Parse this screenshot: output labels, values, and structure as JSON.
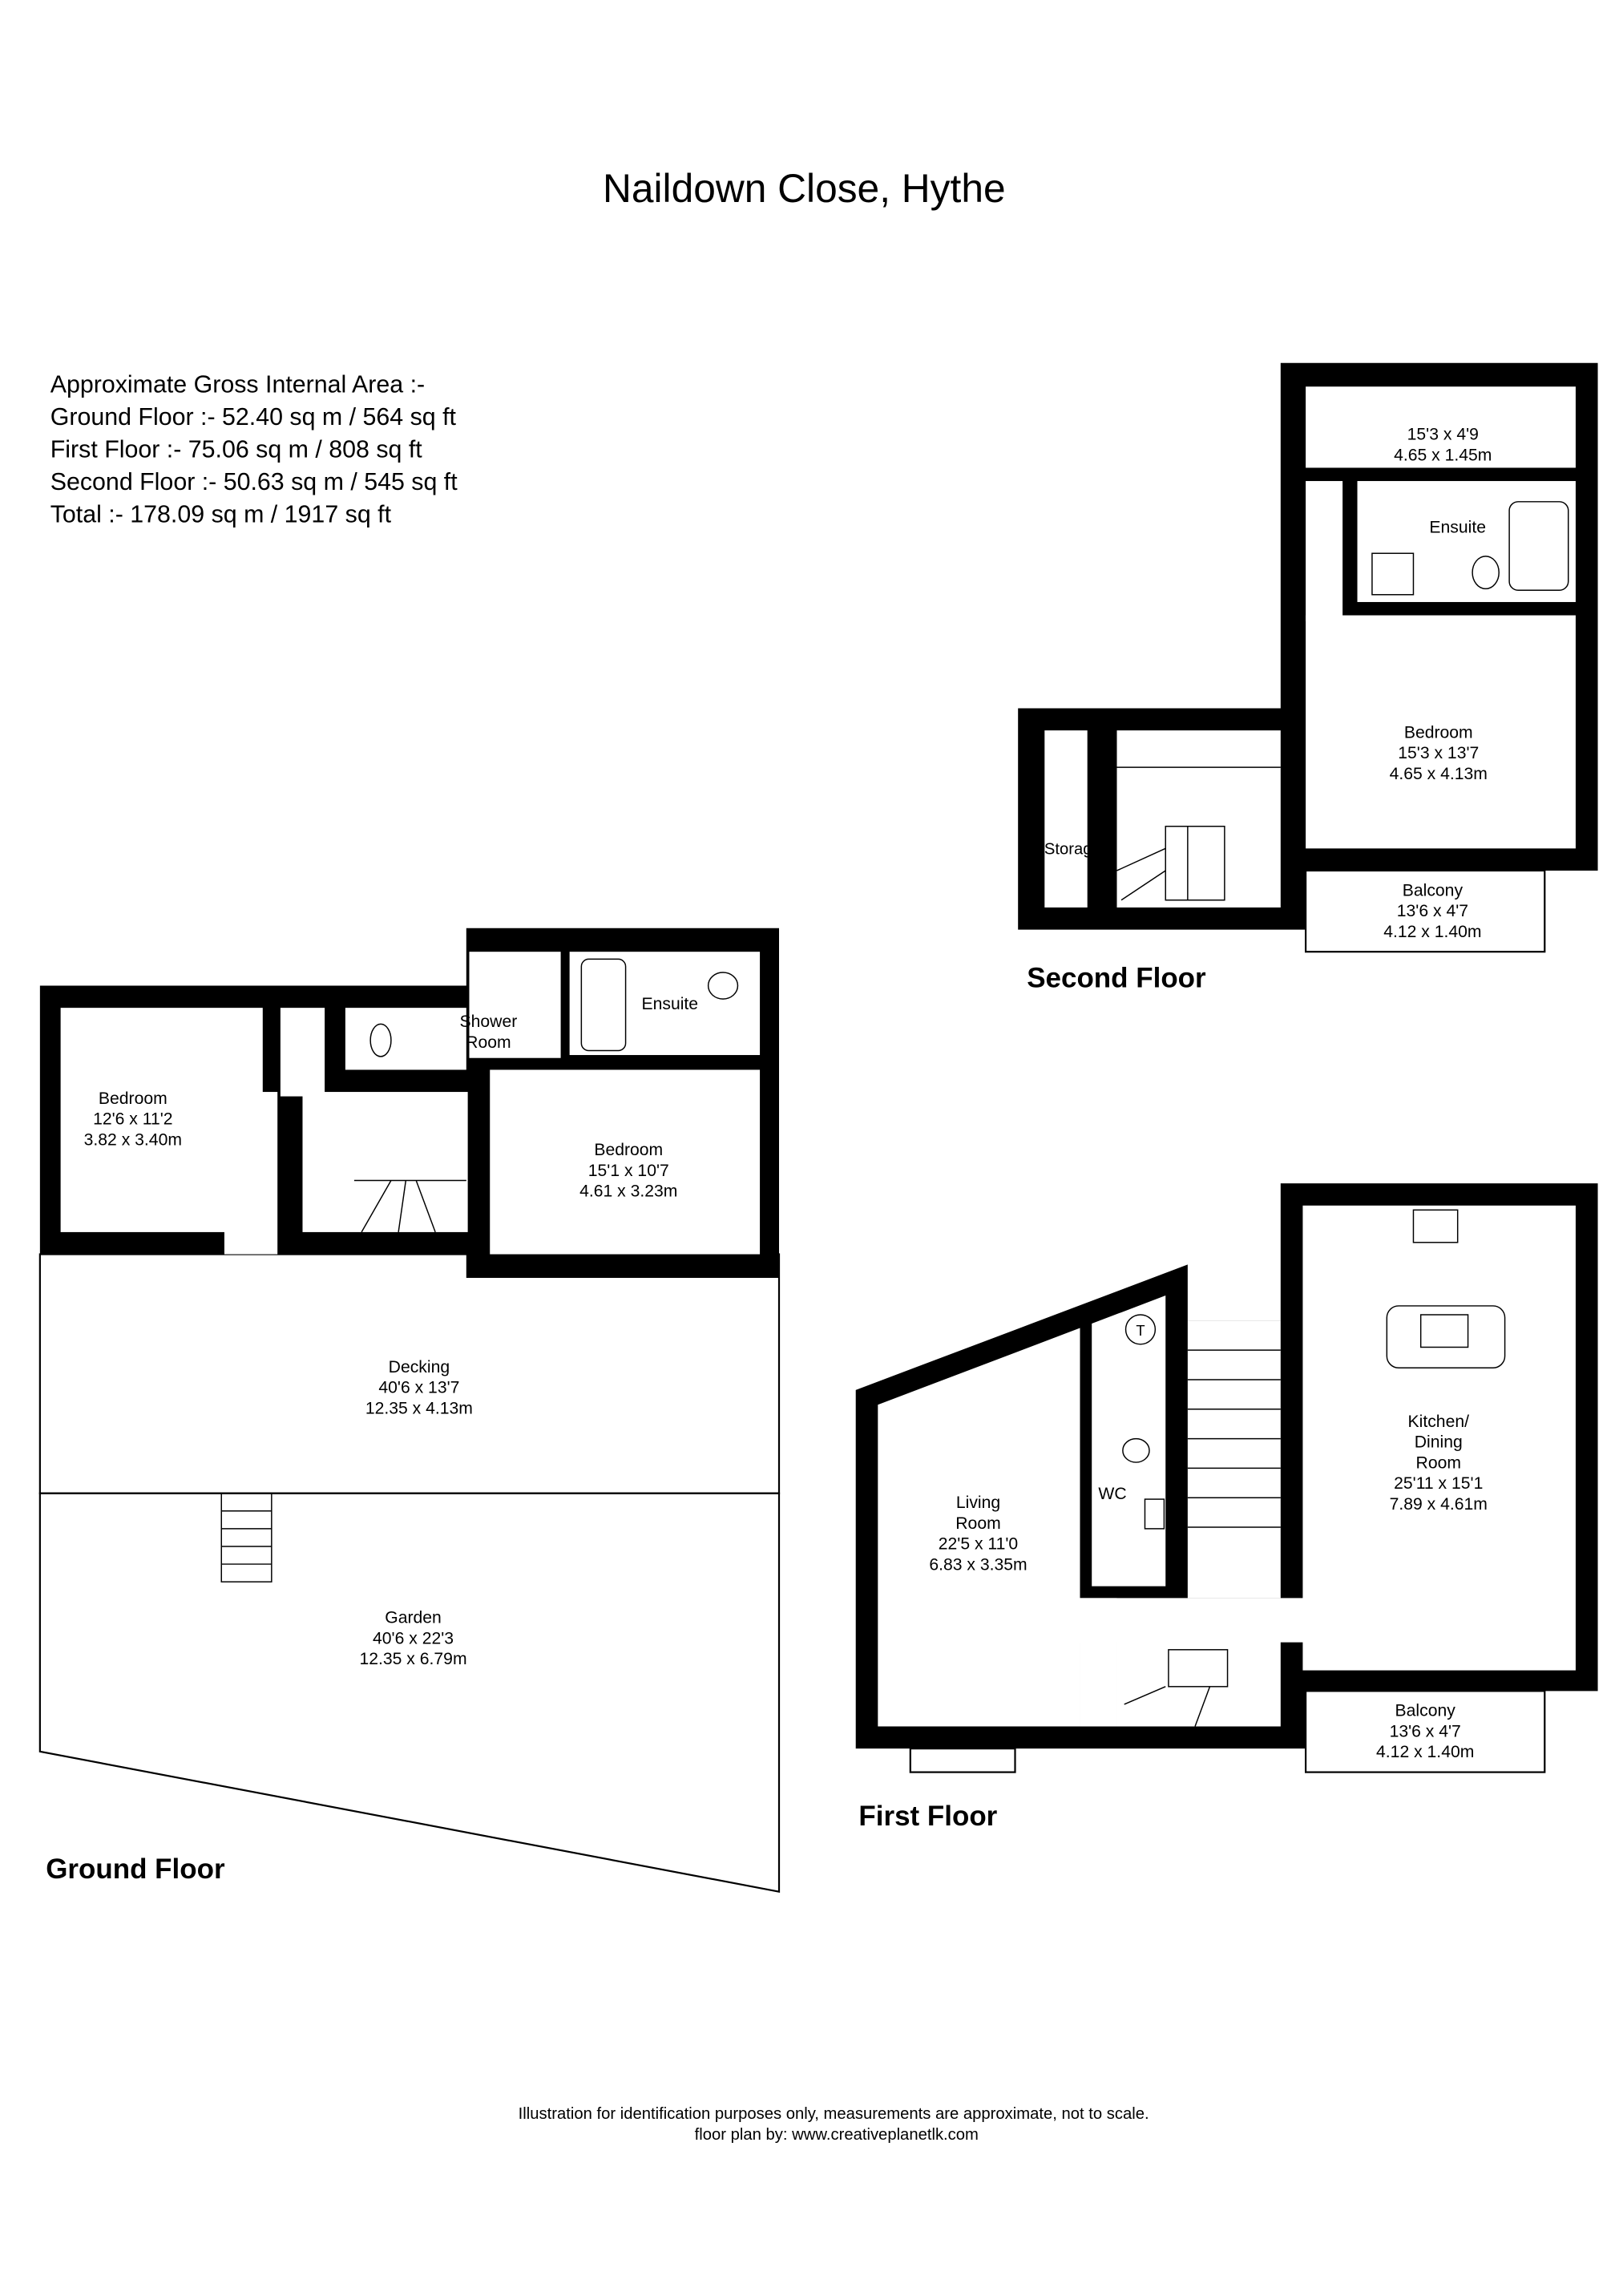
{
  "title": "Naildown Close, Hythe",
  "area": {
    "heading": "Approximate Gross Internal Area :-",
    "lines": [
      "Ground Floor :- 52.40 sq m / 564 sq ft",
      "First Floor :- 75.06 sq m / 808 sq ft",
      "Second Floor :- 50.63 sq m / 545 sq ft",
      "Total :- 178.09 sq m / 1917 sq ft"
    ]
  },
  "ground_floor": {
    "label": "Ground Floor",
    "bedroom1": {
      "name": "Bedroom",
      "imperial": "12'6 x 11'2",
      "metric": "3.82 x 3.40m"
    },
    "shower_room": {
      "name1": "Shower",
      "name2": "Room"
    },
    "ensuite": {
      "name": "Ensuite"
    },
    "bedroom2": {
      "name": "Bedroom",
      "imperial": "15'1 x 10'7",
      "metric": "4.61 x 3.23m"
    },
    "decking": {
      "name": "Decking",
      "imperial": "40'6 x 13'7",
      "metric": "12.35 x 4.13m"
    },
    "garden": {
      "name": "Garden",
      "imperial": "40'6 x 22'3",
      "metric": "12.35 x 6.79m"
    }
  },
  "first_floor": {
    "label": "First Floor",
    "living": {
      "name1": "Living",
      "name2": "Room",
      "imperial": "22'5 x 11'0",
      "metric": "6.83 x 3.35m"
    },
    "wc": {
      "name": "WC"
    },
    "tank": {
      "symbol": "T"
    },
    "kitchen": {
      "name1": "Kitchen/",
      "name2": "Dining",
      "name3": "Room",
      "imperial": "25'11 x 15'1",
      "metric": "7.89 x 4.61m"
    },
    "balcony": {
      "name": "Balcony",
      "imperial": "13'6 x 4'7",
      "metric": "4.12 x 1.40m"
    }
  },
  "second_floor": {
    "label": "Second Floor",
    "top_room": {
      "imperial": "15'3 x 4'9",
      "metric": "4.65 x 1.45m"
    },
    "ensuite": {
      "name": "Ensuite"
    },
    "bedroom": {
      "name": "Bedroom",
      "imperial": "15'3 x 13'7",
      "metric": "4.65 x 4.13m"
    },
    "storage": {
      "name": "Storage"
    },
    "balcony": {
      "name": "Balcony",
      "imperial": "13'6 x 4'7",
      "metric": "4.12 x 1.40m"
    }
  },
  "footer": {
    "disclaimer": "Illustration for identification purposes only, measurements are approximate, not to scale.",
    "credit": "floor plan by: www.creativeplanetlk.com"
  }
}
